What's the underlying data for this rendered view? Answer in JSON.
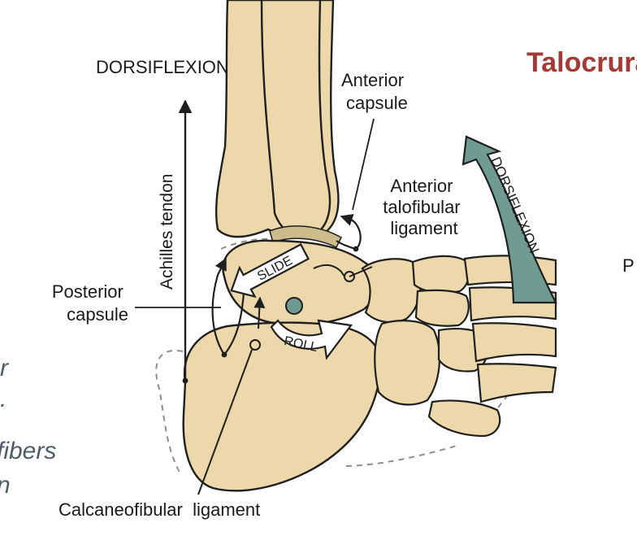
{
  "page_title_fragment": "Talocrura",
  "right_edge_fragment": "P",
  "left_edge_fragments": [
    "r",
    ".",
    "fibers",
    "n"
  ],
  "labels": {
    "dorsiflexion_top": "DORSIFLEXION",
    "achilles_tendon": "Achilles tendon",
    "anterior_capsule": [
      "Anterior",
      "capsule"
    ],
    "anterior_talofibular_ligament": [
      "Anterior",
      "talofibular",
      "ligament"
    ],
    "posterior_capsule": [
      "Posterior",
      "capsule"
    ],
    "calcaneofibular_ligament": "Calcaneofibular  ligament",
    "slide_arrow": "SLIDE",
    "roll_arrow": "ROLL",
    "dorsiflexion_arrow": "DORSIFLEXION"
  },
  "colors": {
    "bone_fill": "#ecd8aa",
    "bone_outline": "#1f1f1f",
    "axis_circle": "#6e9a90",
    "dorsiflexion_arrow_fill": "#6f9b93",
    "title_color": "#a23b36",
    "fragment_color": "#4d5d66"
  }
}
